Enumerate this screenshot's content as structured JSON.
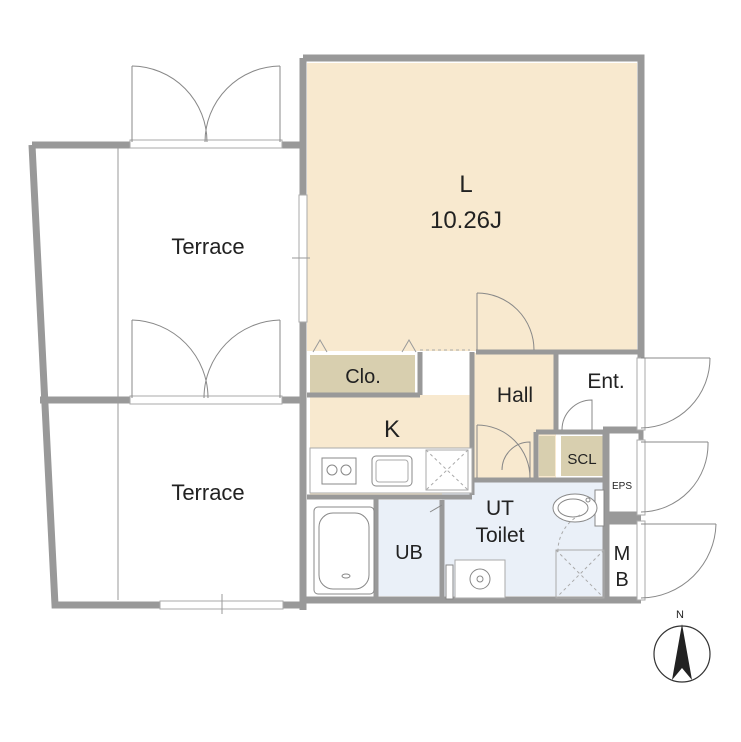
{
  "rooms": {
    "living": {
      "name": "L",
      "size": "10.26J"
    },
    "terrace_top": {
      "name": "Terrace"
    },
    "terrace_bottom": {
      "name": "Terrace"
    },
    "closet": {
      "name": "Clo."
    },
    "hall": {
      "name": "Hall"
    },
    "entrance": {
      "name": "Ent."
    },
    "kitchen": {
      "name": "K"
    },
    "shoe_closet": {
      "name": "SCL"
    },
    "eps": {
      "name": "EPS"
    },
    "unit_bath": {
      "name": "UB"
    },
    "utility_toilet": {
      "line1": "UT",
      "line2": "Toilet"
    },
    "meter_box": {
      "line1": "M",
      "line2": "B"
    }
  },
  "compass": {
    "north_label": "N"
  },
  "colors": {
    "living_fill": "#f8e9cf",
    "kitchen_fill": "#f8e9cf",
    "hall_fill": "#f8e9cf",
    "closet_fill": "#d8cfaf",
    "wet_fill": "#eaf0f8",
    "wall": "#999999"
  }
}
